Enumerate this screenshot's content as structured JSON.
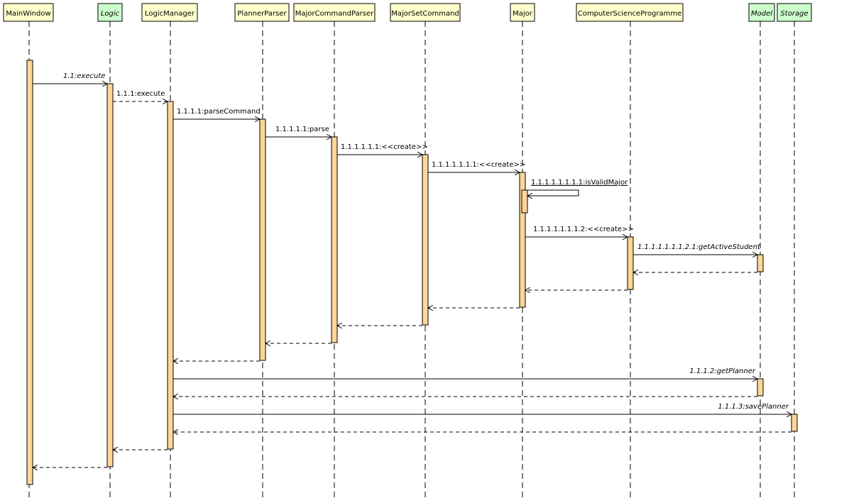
{
  "colors": {
    "class_box_fill": "#ffffcc",
    "interface_box_fill": "#ccffcc",
    "activation_fill": "#ffd699",
    "line": "#000000"
  },
  "participants": [
    {
      "id": "mainwindow",
      "label": "MainWindow",
      "kind": "class"
    },
    {
      "id": "logic",
      "label": "Logic",
      "kind": "interface"
    },
    {
      "id": "logicmanager",
      "label": "LogicManager",
      "kind": "class"
    },
    {
      "id": "plannerparser",
      "label": "PlannerParser",
      "kind": "class"
    },
    {
      "id": "majorcommandparser",
      "label": "MajorCommandParser",
      "kind": "class"
    },
    {
      "id": "majorsetcommand",
      "label": "MajorSetCommand",
      "kind": "class"
    },
    {
      "id": "major",
      "label": "Major",
      "kind": "class"
    },
    {
      "id": "computerscienceprogramme",
      "label": "ComputerScienceProgramme",
      "kind": "class"
    },
    {
      "id": "model",
      "label": "Model",
      "kind": "interface"
    },
    {
      "id": "storage",
      "label": "Storage",
      "kind": "interface"
    }
  ],
  "messages": [
    {
      "from": "mainwindow",
      "to": "logic",
      "label": "1.1:execute",
      "type": "call",
      "italic": true
    },
    {
      "from": "logic",
      "to": "logicmanager",
      "label": "1.1.1:execute",
      "type": "call-dashed"
    },
    {
      "from": "logicmanager",
      "to": "plannerparser",
      "label": "1.1.1.1:parseCommand",
      "type": "call"
    },
    {
      "from": "plannerparser",
      "to": "majorcommandparser",
      "label": "1.1.1.1.1:parse",
      "type": "call"
    },
    {
      "from": "majorcommandparser",
      "to": "majorsetcommand",
      "label": "1.1.1.1.1.1:<<create>>",
      "type": "call"
    },
    {
      "from": "majorsetcommand",
      "to": "major",
      "label": "1.1.1.1.1.1.1:<<create>>",
      "type": "call"
    },
    {
      "from": "major",
      "to": "major",
      "label": "1.1.1.1.1.1.1.1:isValidMajor",
      "type": "self",
      "underline": true
    },
    {
      "from": "major",
      "to": "computerscienceprogramme",
      "label": "1.1.1.1.1.1.1.2:<<create>>",
      "type": "call"
    },
    {
      "from": "computerscienceprogramme",
      "to": "model",
      "label": "1.1.1.1.1.1.1.2.1:getActiveStudent",
      "type": "call",
      "italic": true
    },
    {
      "from": "model",
      "to": "computerscienceprogramme",
      "label": "",
      "type": "return"
    },
    {
      "from": "computerscienceprogramme",
      "to": "major",
      "label": "",
      "type": "return"
    },
    {
      "from": "major",
      "to": "majorsetcommand",
      "label": "",
      "type": "return"
    },
    {
      "from": "majorsetcommand",
      "to": "majorcommandparser",
      "label": "",
      "type": "return"
    },
    {
      "from": "majorcommandparser",
      "to": "plannerparser",
      "label": "",
      "type": "return"
    },
    {
      "from": "plannerparser",
      "to": "logicmanager",
      "label": "",
      "type": "return"
    },
    {
      "from": "logicmanager",
      "to": "model",
      "label": "1.1.1.2:getPlanner",
      "type": "call",
      "italic": true
    },
    {
      "from": "model",
      "to": "logicmanager",
      "label": "",
      "type": "return"
    },
    {
      "from": "logicmanager",
      "to": "storage",
      "label": "1.1.1.3:savePlanner",
      "type": "call",
      "italic": true
    },
    {
      "from": "storage",
      "to": "logicmanager",
      "label": "",
      "type": "return"
    },
    {
      "from": "logicmanager",
      "to": "logic",
      "label": "",
      "type": "return"
    },
    {
      "from": "logic",
      "to": "mainwindow",
      "label": "",
      "type": "return"
    }
  ]
}
